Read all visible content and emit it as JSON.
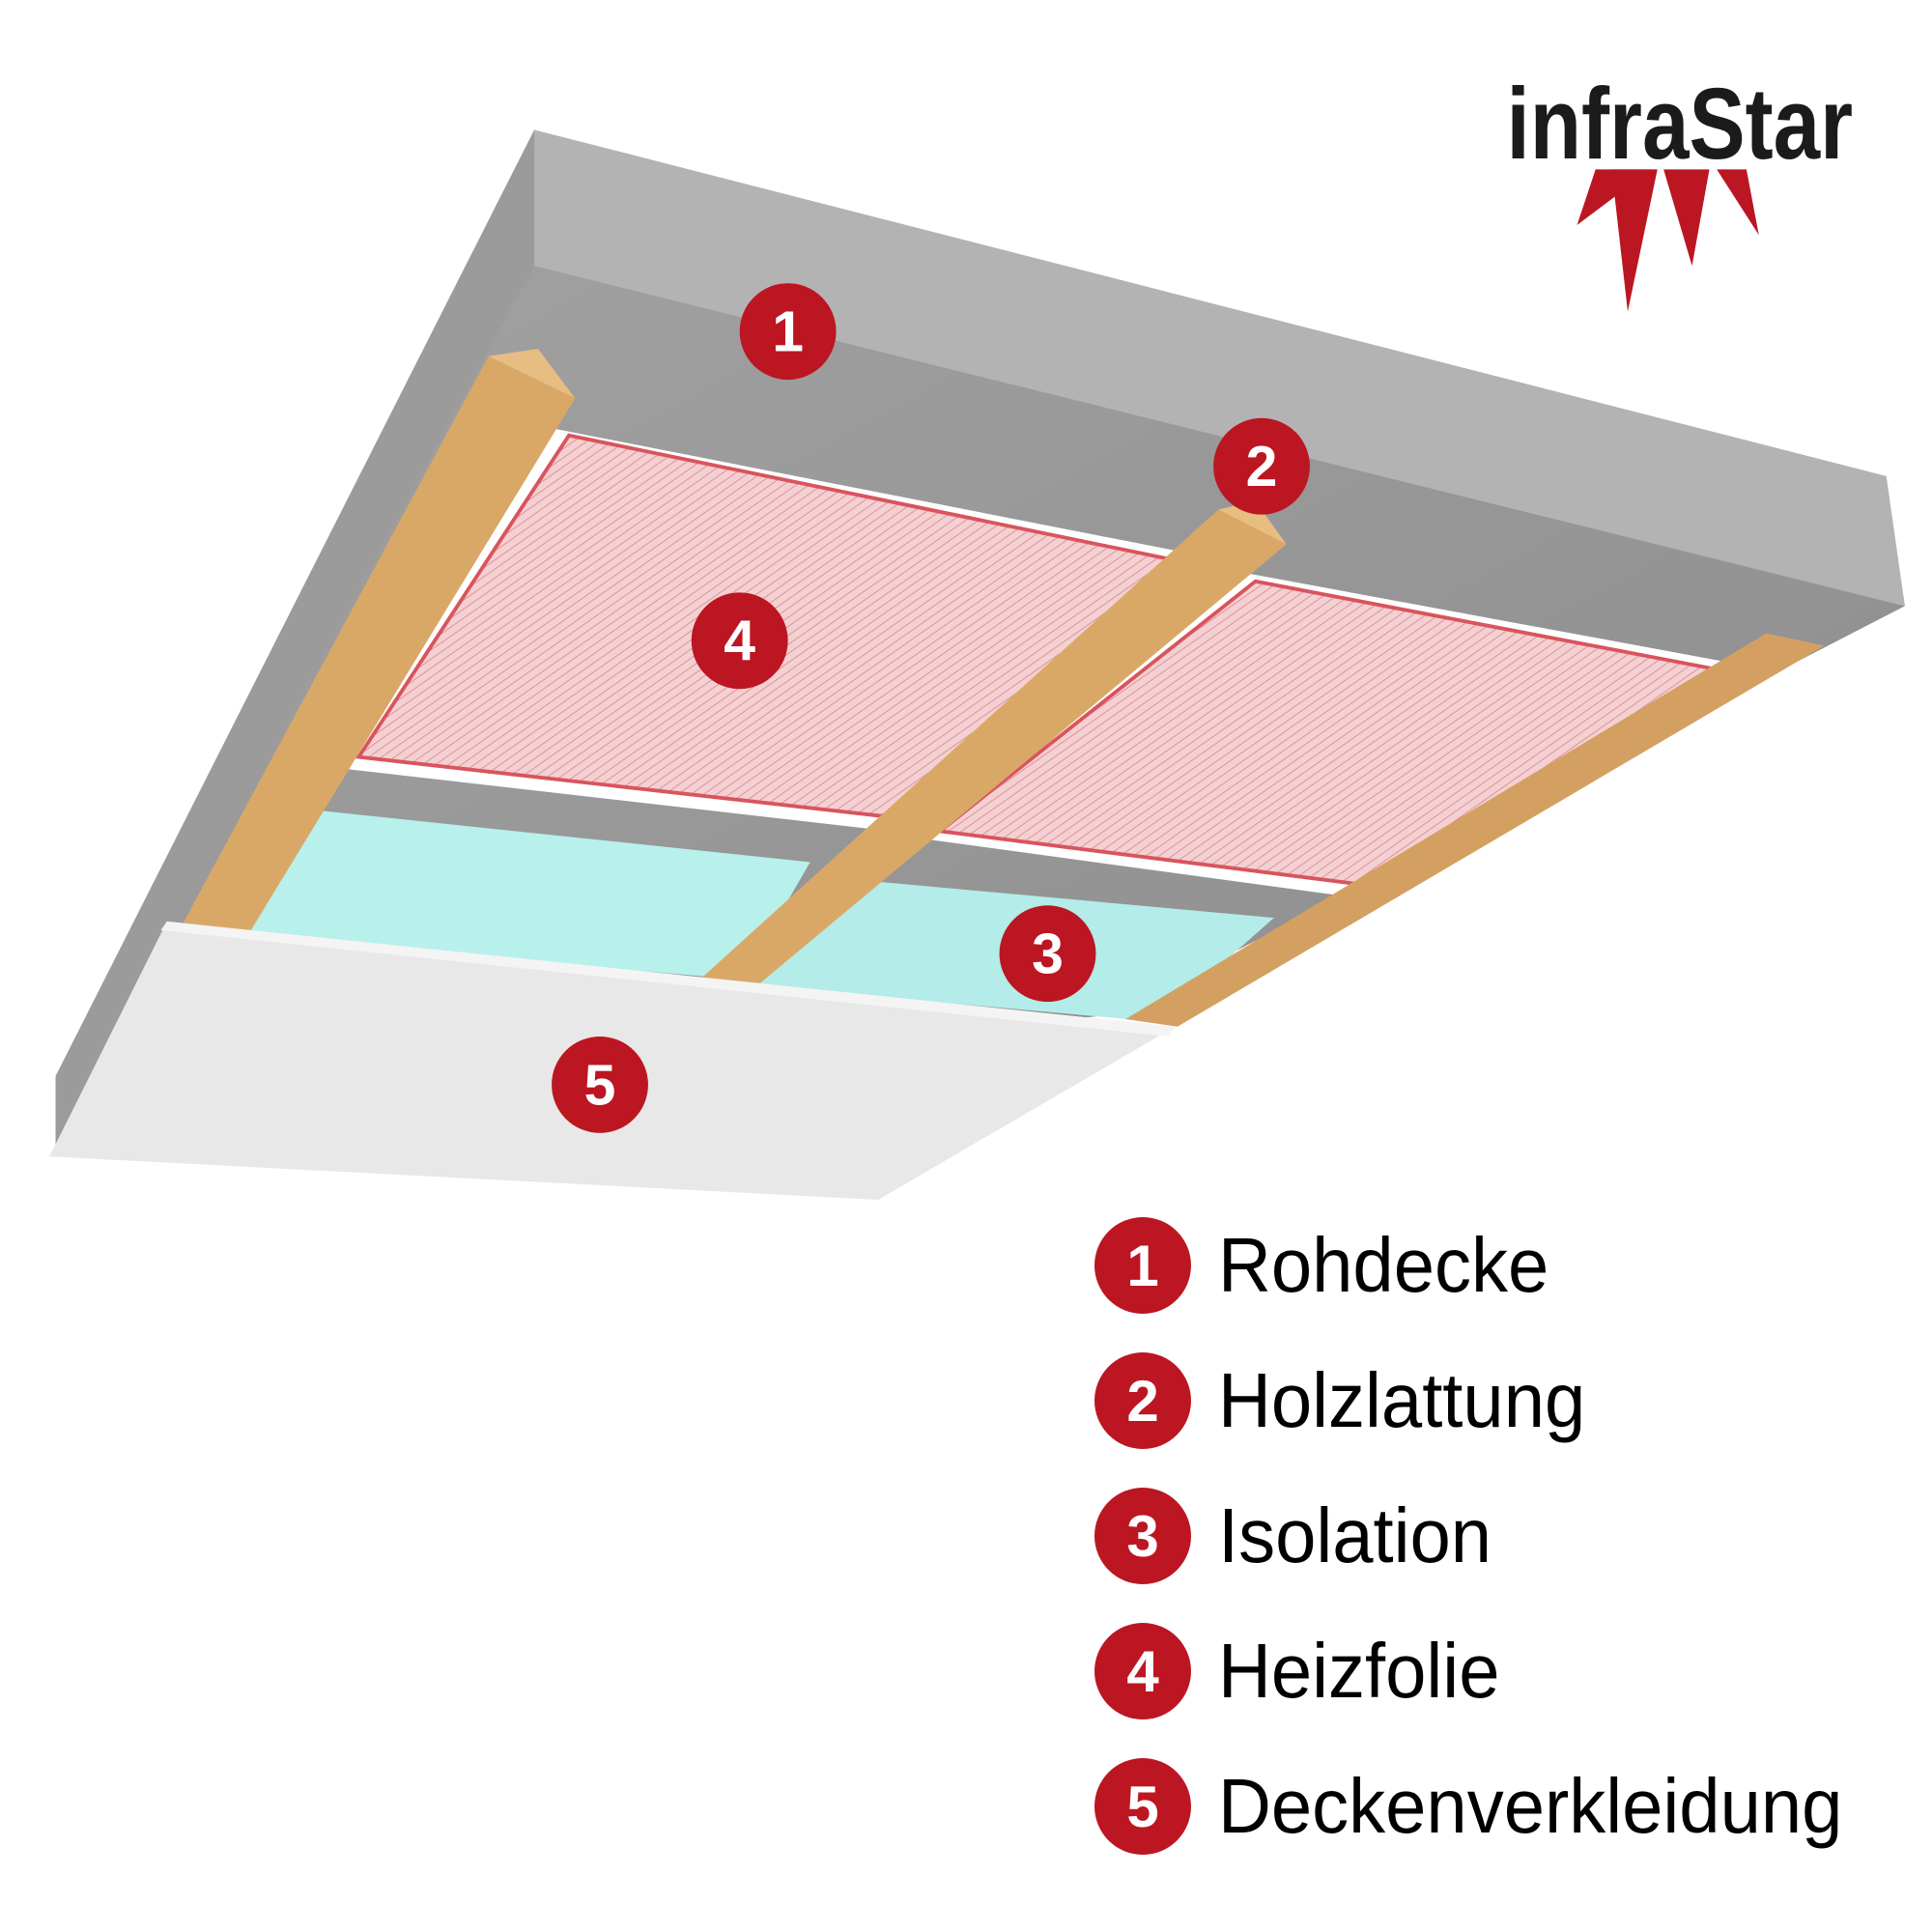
{
  "logo": {
    "text": "infraStar",
    "colors": {
      "text": "#1b1a1c",
      "spikes": "#bc1622"
    }
  },
  "diagram_markers": [
    {
      "number": "1",
      "layer": "Rohdecke"
    },
    {
      "number": "2",
      "layer": "Holzlattung"
    },
    {
      "number": "3",
      "layer": "Isolation"
    },
    {
      "number": "4",
      "layer": "Heizfolie"
    },
    {
      "number": "5",
      "layer": "Deckenverkleidung"
    }
  ],
  "legend": [
    {
      "number": "1",
      "label": "Rohdecke"
    },
    {
      "number": "2",
      "label": "Holzlattung"
    },
    {
      "number": "3",
      "label": "Isolation"
    },
    {
      "number": "4",
      "label": "Heizfolie"
    },
    {
      "number": "5",
      "label": "Deckenverkleidung"
    }
  ],
  "colors": {
    "accent": "#bc1622",
    "concrete": "#9a9a9a",
    "wood": "#d9a867",
    "insulation": "#b8f0ec",
    "foil": "#f0c4c6",
    "board": "#e8e8e8"
  }
}
